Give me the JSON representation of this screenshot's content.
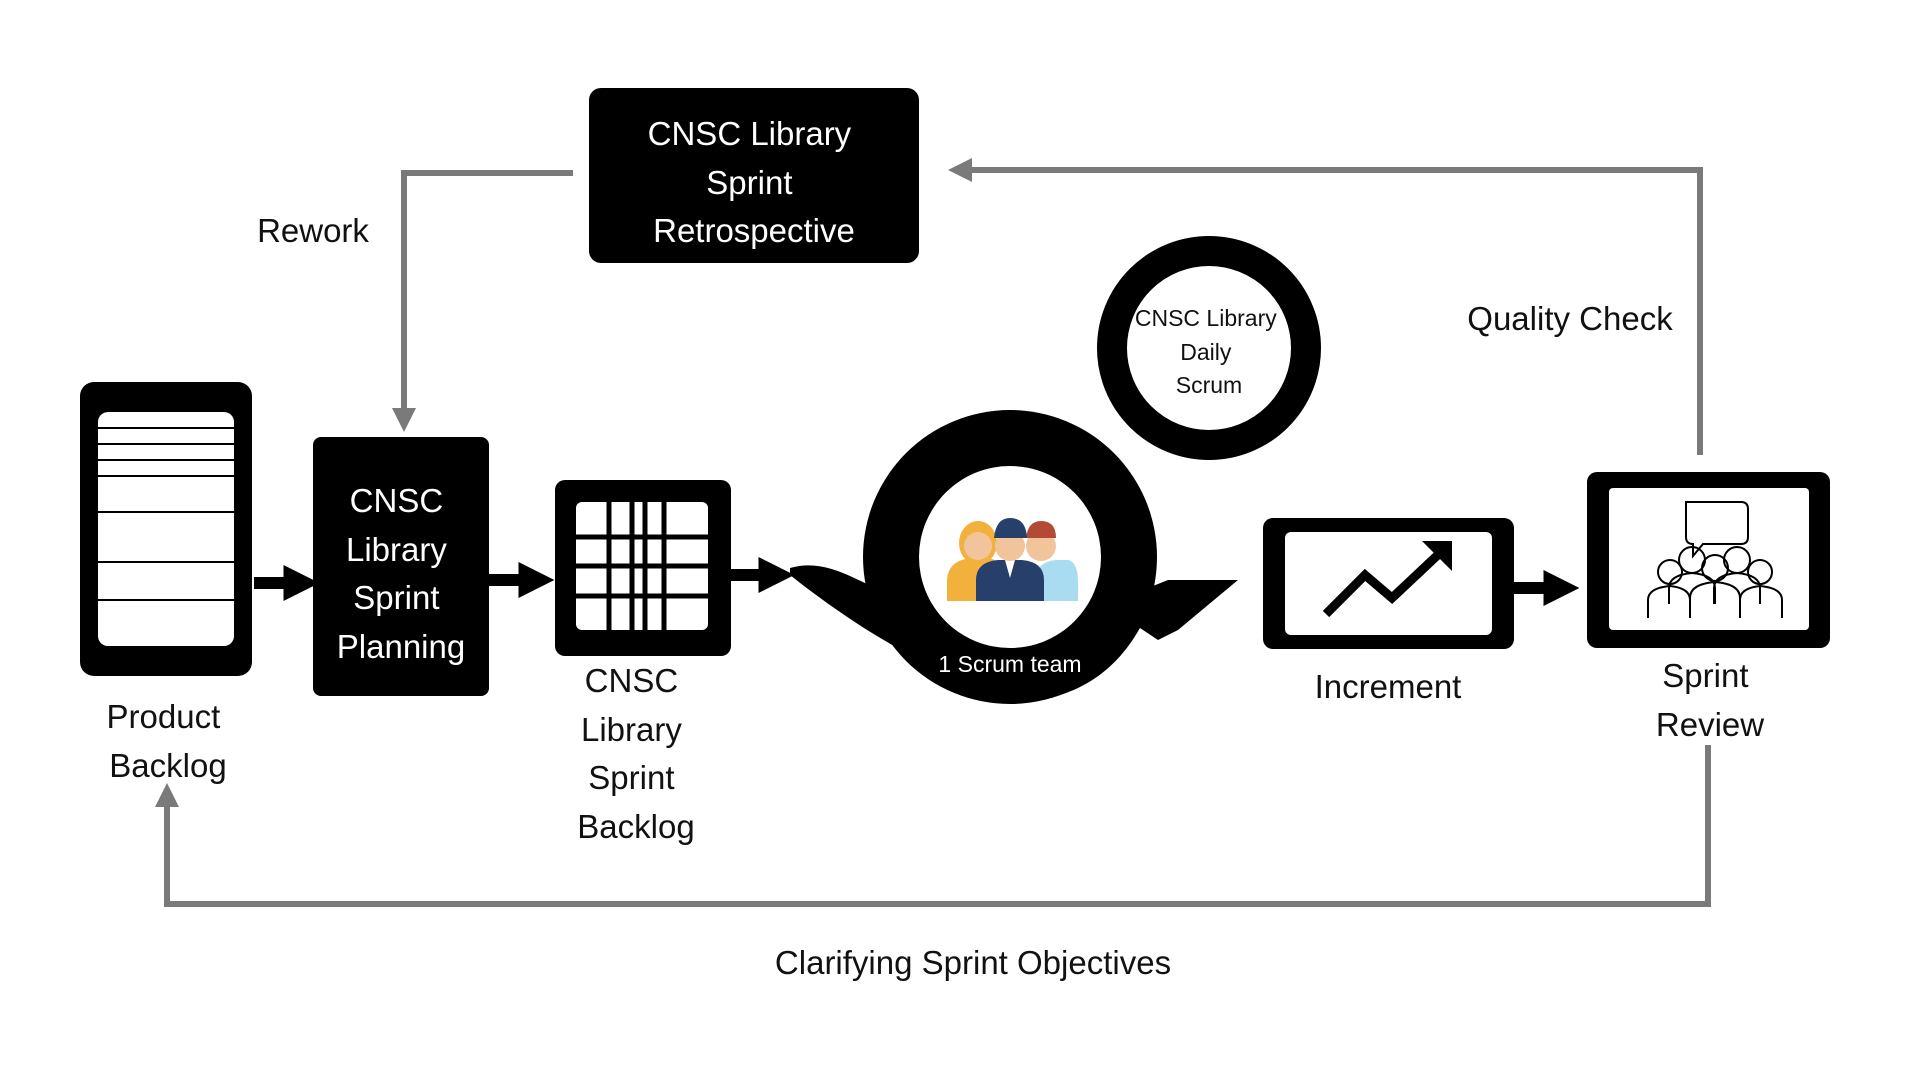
{
  "nodes": {
    "product_backlog": {
      "label_lines": [
        "Product",
        "Backlog"
      ]
    },
    "sprint_planning": {
      "label_lines": [
        "CNSC",
        "Library",
        "Sprint",
        "Planning"
      ]
    },
    "sprint_backlog": {
      "label_lines": [
        "CNSC",
        "Library",
        "Sprint",
        "Backlog"
      ]
    },
    "scrum_team": {
      "label": "1 Scrum team",
      "icon": "team-people-icon"
    },
    "daily_scrum": {
      "label_lines": [
        "CNSC Library",
        "Daily",
        "Scrum"
      ]
    },
    "increment": {
      "label": "Increment",
      "icon": "trend-up-icon"
    },
    "sprint_review": {
      "label_lines": [
        "Sprint",
        "Review"
      ],
      "icon": "meeting-discussion-icon"
    },
    "retrospective": {
      "label_lines": [
        "CNSC Library",
        "Sprint",
        "Retrospective"
      ]
    }
  },
  "edge_labels": {
    "rework": "Rework",
    "quality_check": "Quality Check",
    "clarifying": "Clarifying Sprint Objectives"
  },
  "colors": {
    "node_fill": "#000000",
    "connector_grey": "#7a7a7a",
    "background": "#ffffff"
  }
}
